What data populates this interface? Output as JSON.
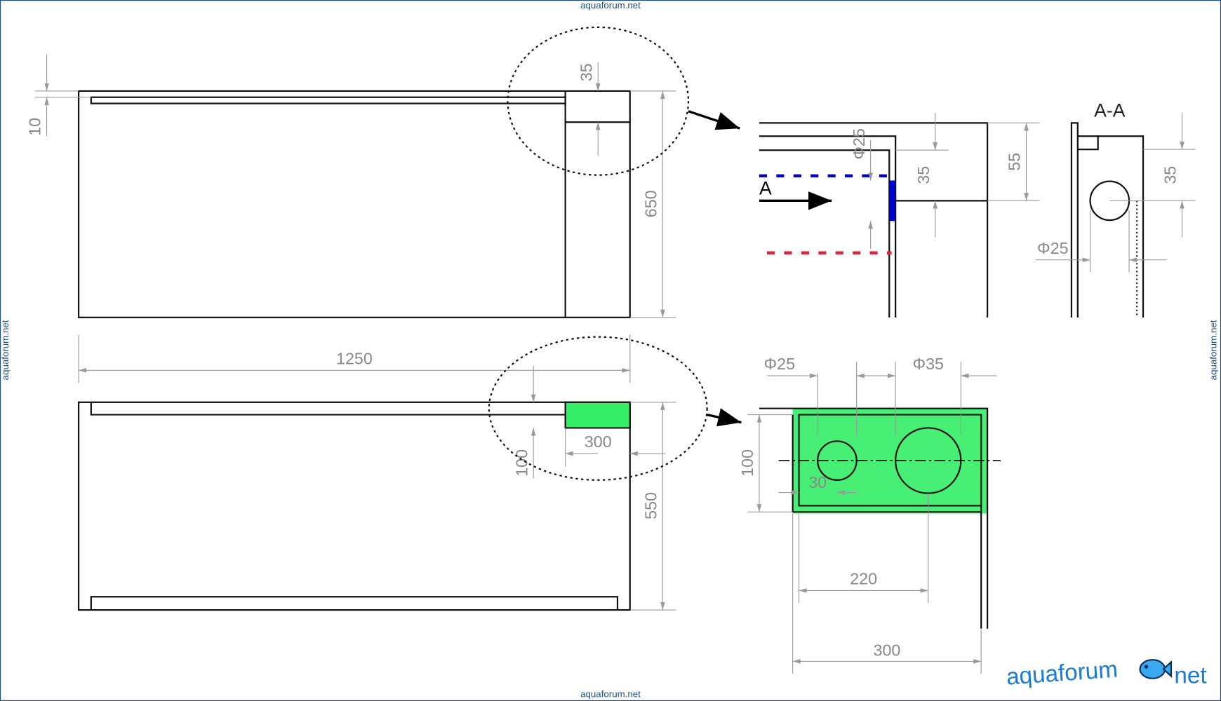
{
  "watermark": {
    "top": "aquaforum.net",
    "bottom": "aquaforum.net",
    "left": "aquaforum.net",
    "right": "aquaforum.net"
  },
  "logo": {
    "word1": "aquaforum",
    "word2": "net"
  },
  "top_view": {
    "dim_10": "10",
    "dim_35": "35",
    "dim_650": "650"
  },
  "mid": {
    "dim_1250": "1250"
  },
  "bottom_view": {
    "dim_300": "300",
    "dim_100": "100",
    "dim_550": "550"
  },
  "detail_section": {
    "phi25_v": "Φ25",
    "dim_35": "35",
    "dim_55": "55",
    "label_a": "A"
  },
  "section_aa": {
    "title": "A-A",
    "phi25": "Φ25",
    "dim_35": "35"
  },
  "detail_plan": {
    "phi25": "Φ25",
    "phi35": "Φ35",
    "dim_100": "100",
    "dim_30": "30",
    "dim_220": "220",
    "dim_300": "300"
  },
  "colors": {
    "green": "#33ee66",
    "blue": "#0000cc",
    "red": "#dd2233"
  }
}
